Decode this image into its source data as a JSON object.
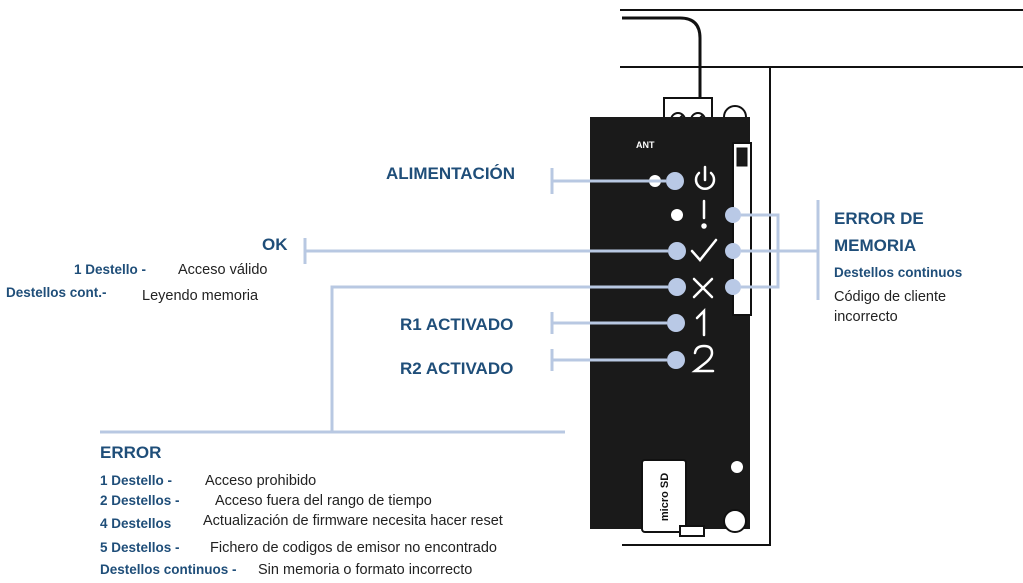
{
  "board": {
    "antenna_label": "ANT",
    "sd_label": "micro SD"
  },
  "leds": {
    "power_label": "ALIMENTACIÓN",
    "ok": {
      "title": "OK",
      "line1_key": "1 Destello -",
      "line1_text": "Acceso válido",
      "line2_key": "Destellos cont.-",
      "line2_text": "Leyendo memoria"
    },
    "r1_label": "R1 ACTIVADO",
    "r2_label": "R2 ACTIVADO",
    "memory_error": {
      "title_line1": "ERROR DE",
      "title_line2": "MEMORIA",
      "subtitle": "Destellos continuos",
      "desc_line1": "Código de cliente",
      "desc_line2": "incorrecto"
    }
  },
  "error": {
    "title": "ERROR",
    "items": [
      {
        "key": "1 Destello -",
        "text": "Acceso prohibido"
      },
      {
        "key": "2 Destellos -",
        "text": "Acceso fuera del rango de tiempo"
      },
      {
        "key": "4 Destellos",
        "text": "Actualización de firmware necesita hacer reset"
      },
      {
        "key": "5 Destellos -",
        "text": "Fichero de codigos de emisor no encontrado"
      },
      {
        "key": "Destellos continuos -",
        "text": "Sin memoria o formato incorrecto"
      }
    ]
  },
  "colors": {
    "accent": "#1f4e79",
    "leader_line": "#b8c8e2",
    "led_dot": "#b9c9e6",
    "panel": "#1a1a1a"
  }
}
